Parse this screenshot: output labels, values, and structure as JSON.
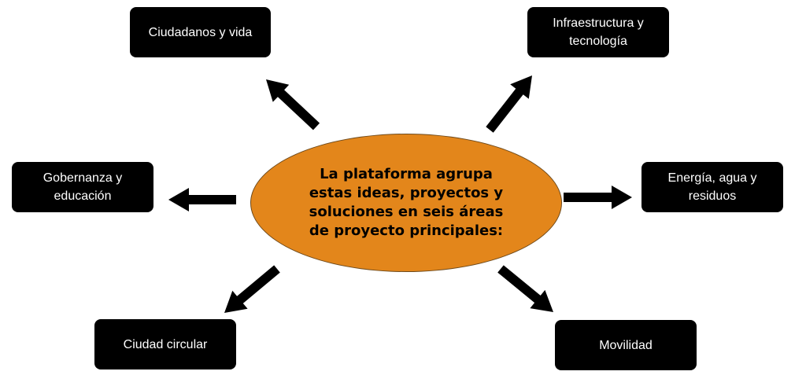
{
  "colors": {
    "center_fill": "#e3861b",
    "node_fill": "#000000",
    "node_text": "#ffffff",
    "arrow": "#000000"
  },
  "center": {
    "text": "La plataforma agrupa estas ideas, proyectos y soluciones en seis áreas de proyecto principales:"
  },
  "nodes": [
    {
      "id": "ciudadanos",
      "label": "Ciudadanos y vida"
    },
    {
      "id": "infraestructura",
      "label": "Infraestructura y tecnología"
    },
    {
      "id": "gobernanza",
      "label": "Gobernanza y educación"
    },
    {
      "id": "energia",
      "label": "Energía, agua y residuos"
    },
    {
      "id": "circular",
      "label": "Ciudad circular"
    },
    {
      "id": "movilidad",
      "label": "Movilidad"
    }
  ]
}
